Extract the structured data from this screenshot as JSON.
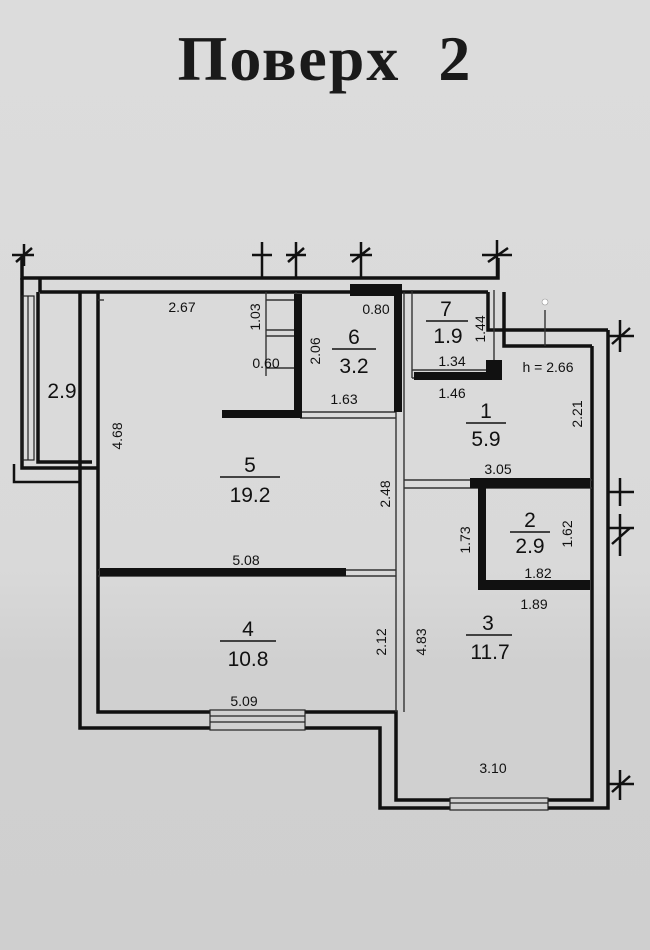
{
  "title": "Поверх 2",
  "rooms": [
    {
      "id": "balcony",
      "number": "",
      "area": "2.9"
    },
    {
      "id": "r1",
      "number": "1",
      "area": "5.9"
    },
    {
      "id": "r2",
      "number": "2",
      "area": "2.9"
    },
    {
      "id": "r3",
      "number": "3",
      "area": "11.7"
    },
    {
      "id": "r4",
      "number": "4",
      "area": "10.8"
    },
    {
      "id": "r5",
      "number": "5",
      "area": "19.2"
    },
    {
      "id": "r6",
      "number": "6",
      "area": "3.2"
    },
    {
      "id": "r7",
      "number": "7",
      "area": "1.9"
    }
  ],
  "dimensions": {
    "d_2_67": "2.67",
    "d_1_03": "1.03",
    "d_0_80_top": "0.80",
    "d_1_44": "1.44",
    "d_0_60": "0.60",
    "d_2_06": "2.06",
    "d_1_34": "1.34",
    "h_2_66": "h = 2.66",
    "d_1_63": "1.63",
    "d_1_46": "1.46",
    "d_2_21": "2.21",
    "d_4_68": "4.68",
    "d_2_48": "2.48",
    "d_3_05": "3.05",
    "d_1_73": "1.73",
    "d_1_62": "1.62",
    "d_1_82": "1.82",
    "d_5_08": "5.08",
    "d_1_89": "1.89",
    "d_2_12": "2.12",
    "d_4_83": "4.83",
    "d_5_09": "5.09",
    "d_3_10": "3.10"
  }
}
